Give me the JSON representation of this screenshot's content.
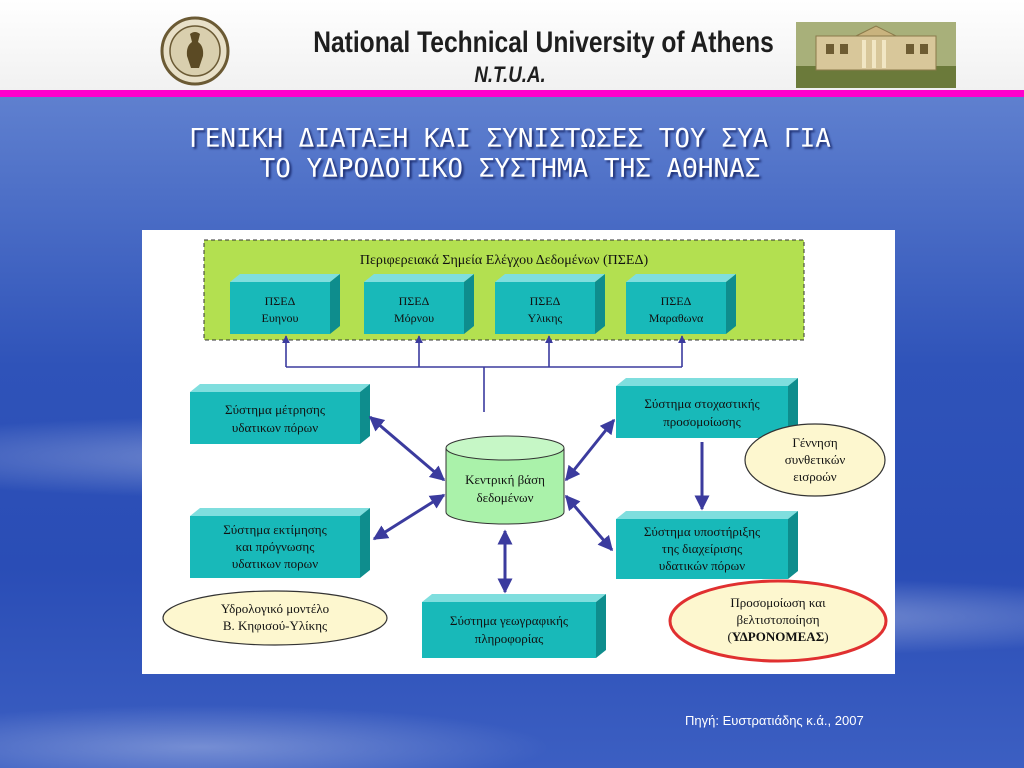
{
  "header": {
    "university_name": "National Technical University of Athens",
    "university_abbr": "N.T.U.A."
  },
  "slide": {
    "title_line1": "ΓΕΝΙΚΗ ΔΙΑΤΑΞΗ ΚΑΙ ΣΥΝΙΣΤΩΣΕΣ ΤΟΥ ΣΥΑ ΓΙΑ",
    "title_line2": "ΤΟ ΥΔΡΟΔΟΤΙΚΟ ΣΥΣΤΗΜΑ ΤΗΣ ΑΘΗΝΑΣ",
    "source": "Πηγή: Ευστρατιάδης κ.ά., 2007"
  },
  "colors": {
    "accent_bar": "#ff00cc",
    "box_fill": "#18b9b9",
    "group_fill": "#b3e050",
    "db_fill": "#aaf2aa",
    "ellipse_fill": "#fdf7cf",
    "arrow": "#3b3b9e",
    "highlight": "#e03030"
  },
  "diagram": {
    "group_title": "Περιφερειακά Σημεία Ελέγχου Δεδομένων (ΠΣΕΔ)",
    "psed": [
      {
        "line1": "ΠΣΕΔ",
        "line2": "Ευηνου"
      },
      {
        "line1": "ΠΣΕΔ",
        "line2": "Μόρνου"
      },
      {
        "line1": "ΠΣΕΔ",
        "line2": "Υλικης"
      },
      {
        "line1": "ΠΣΕΔ",
        "line2": "Μαραθωνα"
      }
    ],
    "database": {
      "line1": "Κεντρική βάση",
      "line2": "δεδομένων"
    },
    "measure": {
      "line1": "Σύστημα μέτρησης",
      "line2": "υδατικων πόρων"
    },
    "estimate": {
      "line1": "Σύστημα εκτίμησης",
      "line2": "και πρόγνωσης",
      "line3": "υδατικων πορων"
    },
    "stochastic": {
      "line1": "Σύστημα στοχαστικής",
      "line2": "προσομοίωσης"
    },
    "support": {
      "line1": "Σύστημα υποστήριξης",
      "line2": "της διαχείρισης",
      "line3": "υδατικών πόρων"
    },
    "gis": {
      "line1": "Σύστημα γεωγραφικής",
      "line2": "πληροφορίας"
    },
    "ellipse_hydro": {
      "line1": "Υδρολογικό μοντέλο",
      "line2": "Β. Κηφισού-Υλίκης"
    },
    "ellipse_synth": {
      "line1": "Γέννηση",
      "line2": "συνθετικών",
      "line3": "εισροών"
    },
    "ellipse_sim": {
      "line1": "Προσομοίωση και",
      "line2": "βελτιστοποίηση",
      "line3_pre": "(",
      "line3_bold": "ΥΔΡΟΝΟΜΕΑΣ",
      "line3_post": ")"
    }
  }
}
